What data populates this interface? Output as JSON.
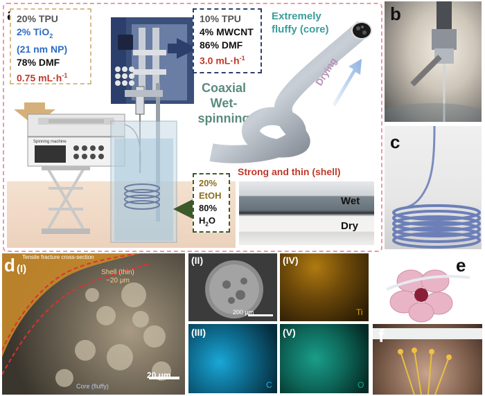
{
  "panel_a": {
    "letter": "a",
    "shell_solution": {
      "line1": "20% TPU",
      "line2_prefix": "2% TiO",
      "line2_sub": "2",
      "line3": "(21 nm NP)",
      "line4": "78% DMF",
      "line5": "0.75 mL·h",
      "line5_sup": "-1"
    },
    "core_solution": {
      "line1": "10% TPU",
      "line2": "4% MWCNT",
      "line3": "86% DMF",
      "line4": "3.0 mL·h",
      "line4_sup": "-1"
    },
    "bath": {
      "line1": "20%",
      "line2": "EtOH",
      "line3": "80%",
      "line4_prefix": "H",
      "line4_sub": "2",
      "line4_suffix": "O"
    },
    "process_label_1": "Coaxial",
    "process_label_2": "Wet-spinning",
    "core_label_1": "Extremely",
    "core_label_2": "fluffy (core)",
    "drying_label": "Drying",
    "shell_label": "Strong and thin (shell)",
    "wet_label": "Wet",
    "dry_label": "Dry",
    "device_label": "Spinning machine"
  },
  "panel_b": {
    "letter": "b"
  },
  "panel_c": {
    "letter": "c"
  },
  "panel_d": {
    "letter": "d",
    "sub_I": "(I)",
    "title": "Tensile fracture cross-section",
    "shell_1": "Shell (thin)",
    "shell_2": "~20 μm",
    "core": "Core (fluffy)",
    "scale": "20 μm",
    "sub_II": "(II)",
    "scale_II": "200 μm",
    "sub_III": "(III)",
    "elem_III": "C",
    "sub_IV": "(IV)",
    "elem_IV": "Ti",
    "sub_V": "(V)",
    "elem_V": "O"
  },
  "panel_e": {
    "letter": "e"
  },
  "panel_f": {
    "letter": "f"
  },
  "colors": {
    "shell_box": "#d8b98a",
    "core_box": "#2c3e6b",
    "bath_box": "#3d5a2a",
    "arrow_navy": "#2c3e6b",
    "arrow_green": "#3d5a2a",
    "arrow_tan": "#d6b07a",
    "border_pink": "#e79aa8",
    "teal_text": "#3a9d9a",
    "red_text": "#c0392b",
    "blue_text": "#2b6cc4",
    "olive_text": "#8a6d1d",
    "ti_yellow": "#e0a21a",
    "c_cyan": "#25b6e0",
    "o_teal": "#1fa39a"
  }
}
